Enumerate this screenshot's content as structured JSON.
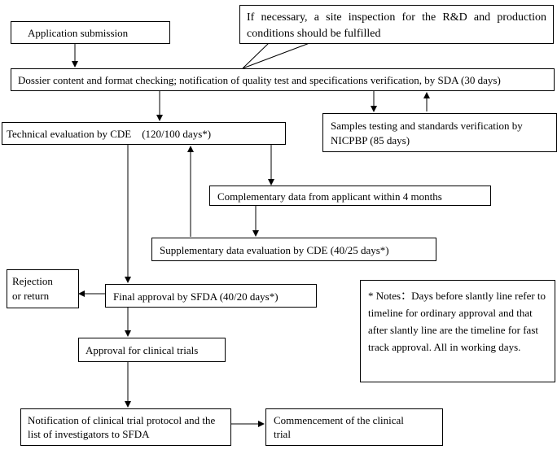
{
  "nodes": {
    "application": "Application submission",
    "site_inspection": "If necessary, a site inspection for the R&D and production conditions should be fulfilled",
    "dossier": "Dossier content and format checking; notification of quality test and specifications verification, by SDA (30 days)",
    "technical": "Technical evaluation by CDE    (120/100 days*)",
    "samples": "Samples testing and standards verification by NICPBP (85 days)",
    "complementary": "Complementary data from applicant within 4 months",
    "supplementary": "Supplementary data evaluation by CDE (40/25 days*)",
    "rejection": "Rejection or return",
    "final_approval": "Final approval by SFDA (40/20 days*)",
    "notes": "* Notes：Days before slantly line refer to timeline for ordinary approval and that after slantly line are the timeline for fast track approval. All in working days.",
    "clinical_approval": "Approval for clinical trials",
    "notification": "Notification of clinical trial protocol and the list of investigators to SFDA",
    "commencement": "Commencement of the clinical trial"
  }
}
